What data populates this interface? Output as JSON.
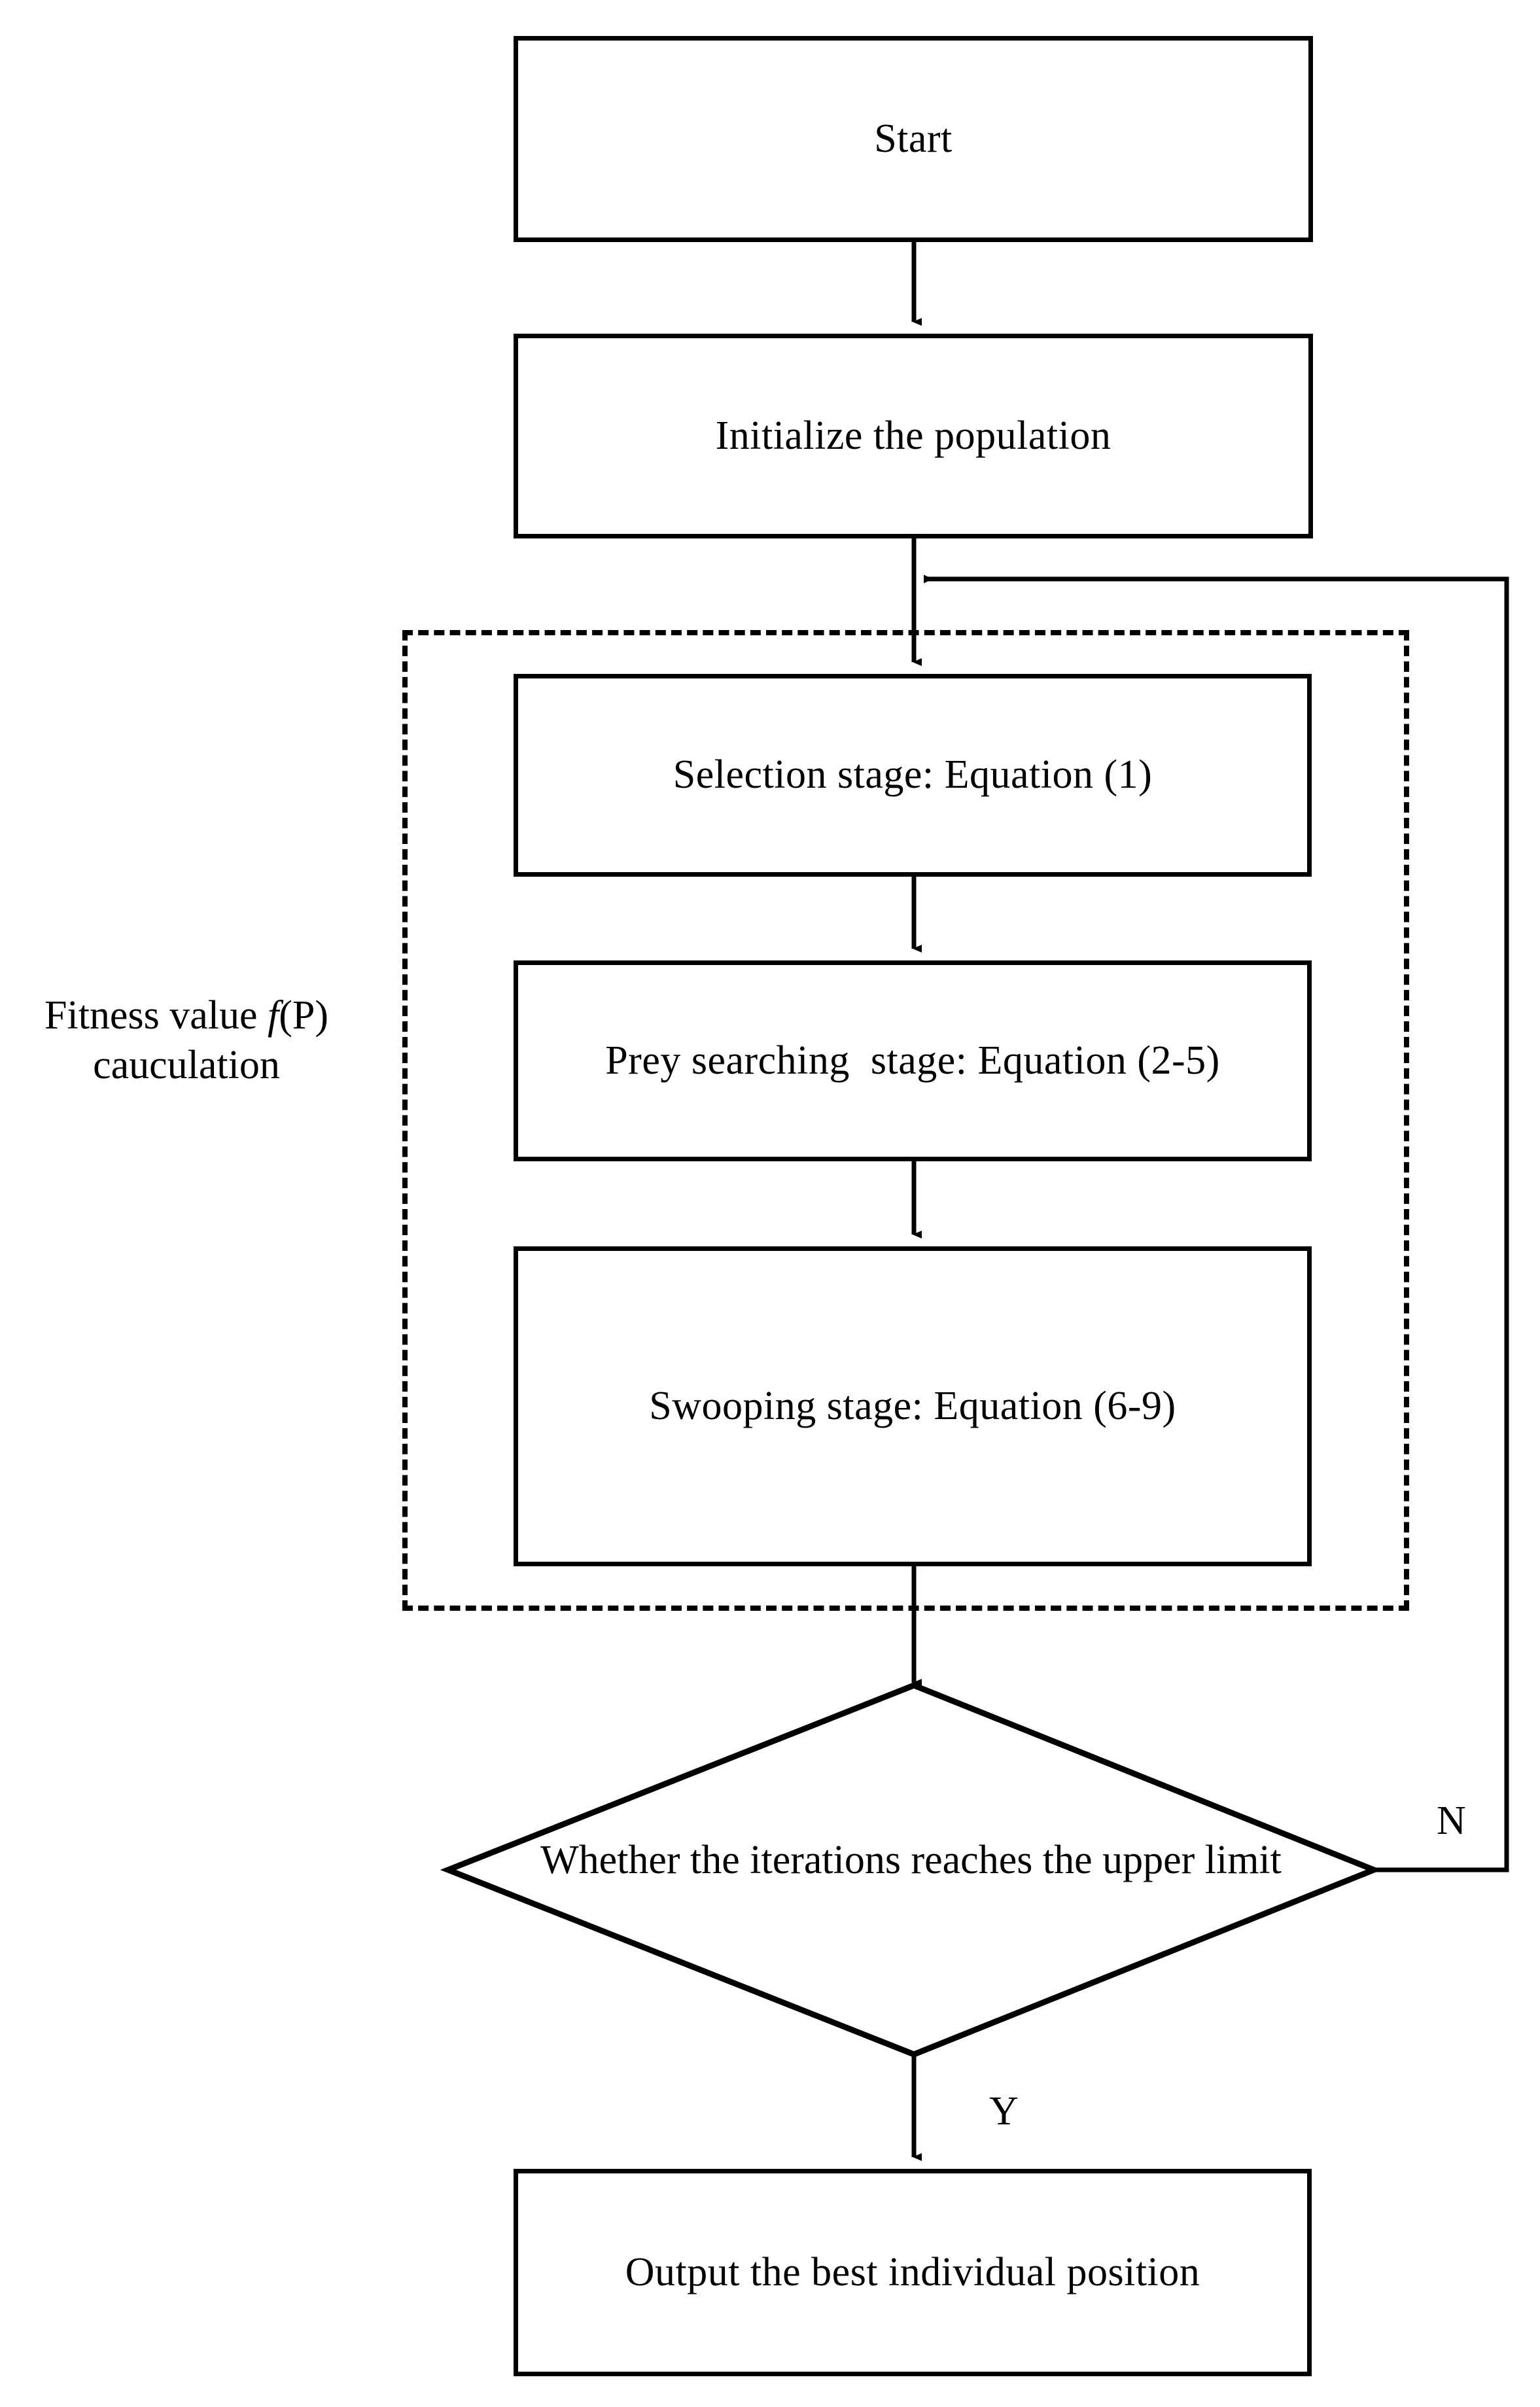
{
  "diagram": {
    "type": "flowchart",
    "title": "Algorithm flowchart",
    "orientation": "top-to-bottom",
    "accent_color": "#000000",
    "background_color": "#ffffff"
  },
  "nodes": {
    "start": {
      "label": "Start",
      "shape": "rectangle"
    },
    "initialize": {
      "label": "Initialize the population",
      "shape": "rectangle"
    },
    "selection": {
      "label": "Selection stage: Equation (1)",
      "shape": "rectangle"
    },
    "prey": {
      "label": "Prey searching  stage: Equation (2-5)",
      "shape": "rectangle"
    },
    "swooping": {
      "label": "Swooping stage: Equation (6-9)",
      "shape": "rectangle"
    },
    "decision": {
      "label": "Whether the iterations reaches the upper limit",
      "shape": "diamond"
    },
    "output": {
      "label": "Output the best individual position",
      "shape": "rectangle"
    }
  },
  "group": {
    "style": "dashed",
    "annotation_line1_prefix": "Fitness value ",
    "annotation_italic": "f",
    "annotation_line1_suffix": "(P)",
    "annotation_line2": "cauculation"
  },
  "edges": {
    "no_label": "N",
    "yes_label": "Y"
  }
}
